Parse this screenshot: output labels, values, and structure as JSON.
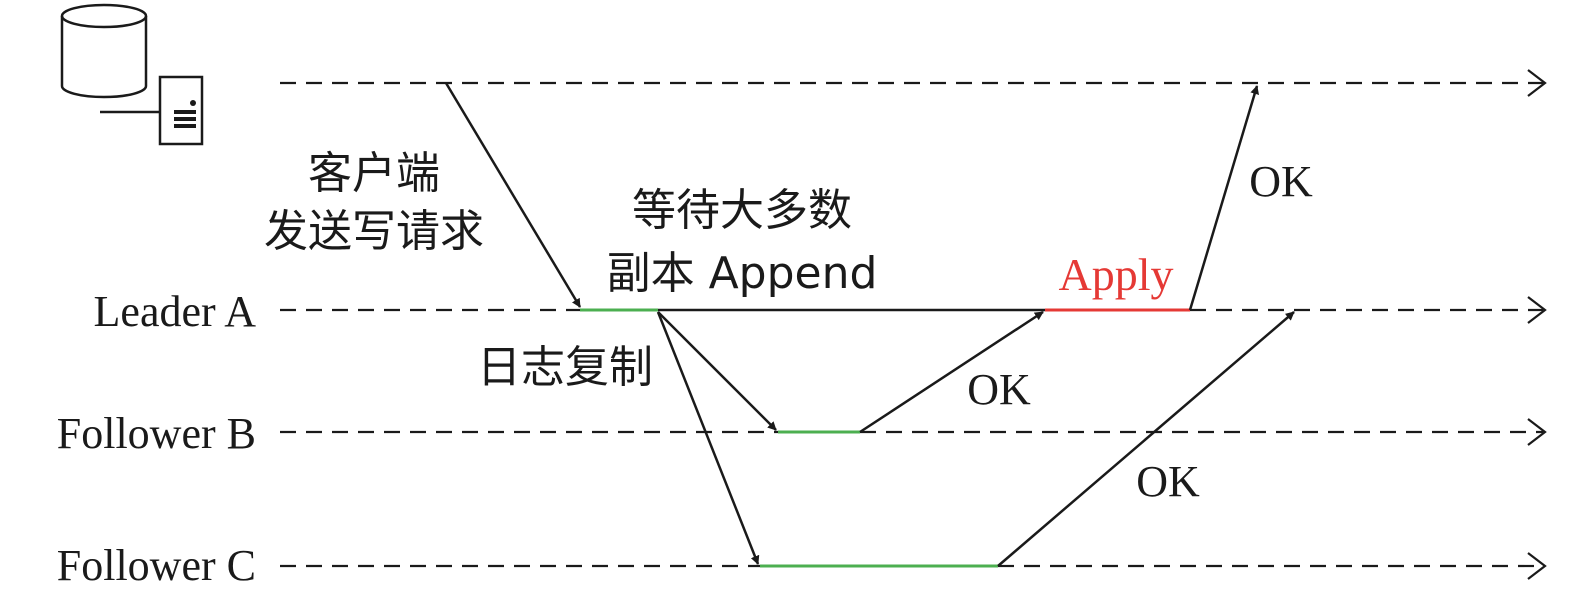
{
  "lanes": {
    "leader": "Leader A",
    "follower_b": "Follower B",
    "follower_c": "Follower C"
  },
  "annotations": {
    "client_line1": "客户端",
    "client_line2": "发送写请求",
    "wait_line1": "等待大多数",
    "wait_line2": "副本 Append",
    "log_replication": "日志复制",
    "apply": "Apply",
    "ok_client": "OK",
    "ok_b": "OK",
    "ok_c": "OK"
  },
  "icons": {
    "client": "client-database-server-icon"
  },
  "colors": {
    "ink": "#1a1a1a",
    "append_segment": "#4caf50",
    "apply_segment": "#e53935",
    "apply_text": "#e53935"
  }
}
